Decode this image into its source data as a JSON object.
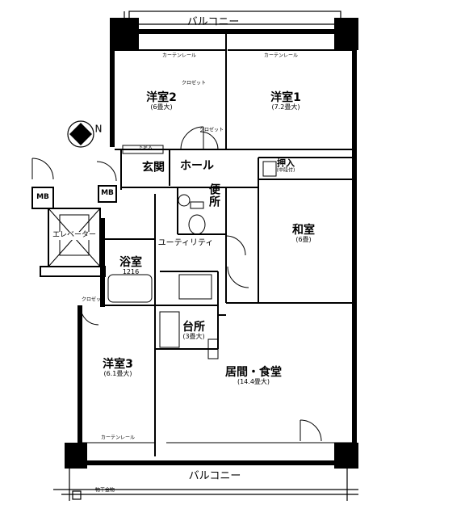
{
  "balcony_top": "バルコニー",
  "balcony_bottom": "バルコニー",
  "rooms": {
    "western2": {
      "name": "洋室2",
      "size": "(6畳大)"
    },
    "western1": {
      "name": "洋室1",
      "size": "(7.2畳大)"
    },
    "western3": {
      "name": "洋室3",
      "size": "(6.1畳大)"
    },
    "japanese": {
      "name": "和室",
      "size": "(6畳)"
    },
    "entrance": {
      "name": "玄関"
    },
    "hall": {
      "name": "ホール"
    },
    "toilet": {
      "name": "便所"
    },
    "utility": {
      "name": "ユーティリティ"
    },
    "bath": {
      "name": "浴室",
      "size": "1216"
    },
    "kitchen": {
      "name": "台所",
      "size": "(3畳大)"
    },
    "living": {
      "name": "居間・食堂",
      "size": "(14.4畳大)"
    },
    "oshiire": {
      "name": "押入",
      "size": "(中段付)"
    },
    "elevator": {
      "name": "エレベーター"
    }
  },
  "small_labels": {
    "mb1": "MB",
    "mb2": "MB",
    "shoes": "下足入",
    "closet1": "クロゼット",
    "closet2": "クロゼット",
    "closet3": "クロゼット",
    "curtain_rail_top": "カーテンレール",
    "curtain_rail_top2": "カーテンレール",
    "curtain_rail_bottom": "カーテンレール",
    "laundry": "物干金物"
  },
  "north_mark": "N",
  "colors": {
    "wall": "#000000",
    "background": "#ffffff"
  }
}
